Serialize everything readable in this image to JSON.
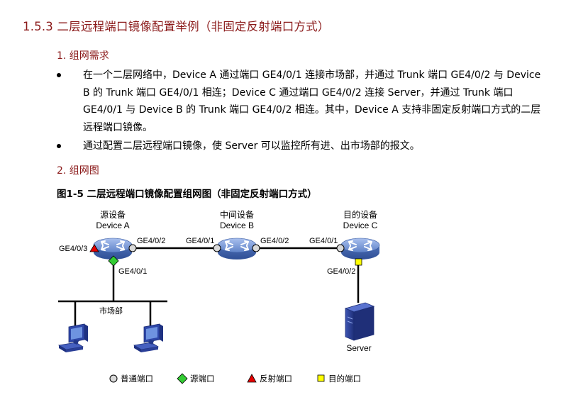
{
  "section": {
    "title": "1.5.3  二层远程端口镜像配置举例（非固定反射端口方式）"
  },
  "requirements": {
    "heading": "1. 组网需求",
    "bullets": [
      "在一个二层网络中，Device A 通过端口 GE4/0/1 连接市场部，并通过 Trunk 端口 GE4/0/2 与 Device B 的 Trunk 端口 GE4/0/1 相连；Device C 通过端口 GE4/0/2 连接 Server，并通过 Trunk 端口 GE4/0/1 与 Device B 的 Trunk 端口 GE4/0/2 相连。其中，Device A 支持非固定反射端口方式的二层远程端口镜像。",
      "通过配置二层远程端口镜像，使 Server 可以监控所有进、出市场部的报文。"
    ]
  },
  "diagram_section": {
    "heading": "2. 组网图"
  },
  "figure": {
    "caption": "图1-5  二层远程端口镜像配置组网图（非固定反射端口方式）",
    "devices": {
      "a": {
        "role": "源设备",
        "name": "Device A"
      },
      "b": {
        "role": "中间设备",
        "name": "Device B"
      },
      "c": {
        "role": "目的设备",
        "name": "Device C"
      }
    },
    "ports": {
      "a_ge403": "GE4/0/3",
      "a_ge402": "GE4/0/2",
      "a_ge401": "GE4/0/1",
      "b_ge401": "GE4/0/1",
      "b_ge402": "GE4/0/2",
      "c_ge401": "GE4/0/1",
      "c_ge402": "GE4/0/2"
    },
    "lan_label": "市场部",
    "server_label": "Server",
    "legend": {
      "normal": "普通端口",
      "source": "源端口",
      "reflect": "反射端口",
      "dest": "目的端口"
    },
    "colors": {
      "normal": "#d9d9d9",
      "source": "#33cc33",
      "reflect": "#e60000",
      "dest": "#ffff00",
      "switch_body": "#6b8fd1",
      "server": "#2b3d8f",
      "heading": "#8b1a1a"
    },
    "icons": {
      "switch": "switch-icon",
      "pc": "pc-icon",
      "server": "server-icon"
    }
  }
}
